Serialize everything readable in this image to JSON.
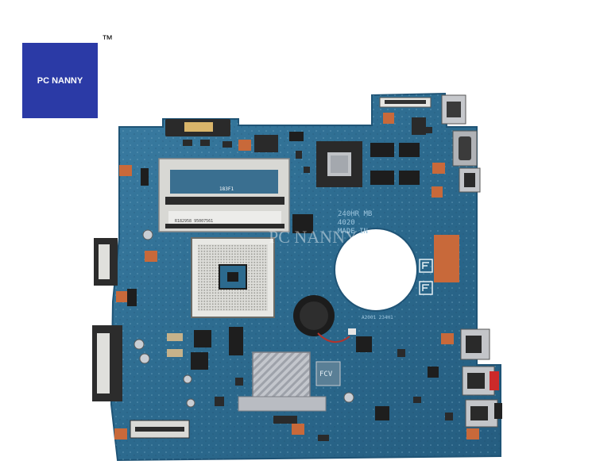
{
  "brand": {
    "logo_text": "PC NANNY",
    "trademark": "™",
    "logo_color": "#2b3aa6",
    "logo_text_color": "#ffffff"
  },
  "board": {
    "pcb_color": "#2c6a8e",
    "pcb_edge_color": "#1f5476",
    "pad_color": "#c8693a",
    "heatsink_color": "#b9bcc2",
    "watermark": "PC NANNY",
    "silkscreen": {
      "ram_label": "183F1",
      "ram_label_2": "R182958 95007561",
      "model_line_1": "240HR MB",
      "model_line_2": "4020",
      "model_line_3": "MADE IN",
      "fcv_label": "FCV",
      "bottom_code": "A2001 234H1"
    },
    "icons": {
      "cpu_socket": "cpu-socket-icon",
      "ram_slot": "ram-slot-icon",
      "gpu": "gpu-chip-icon",
      "cmos_battery": "coin-battery-icon",
      "usb": "usb-port-icon",
      "ethernet": "ethernet-port-icon",
      "vga": "vga-port-icon",
      "audio": "audio-jack-icon",
      "sata": "sata-connector-icon"
    }
  }
}
